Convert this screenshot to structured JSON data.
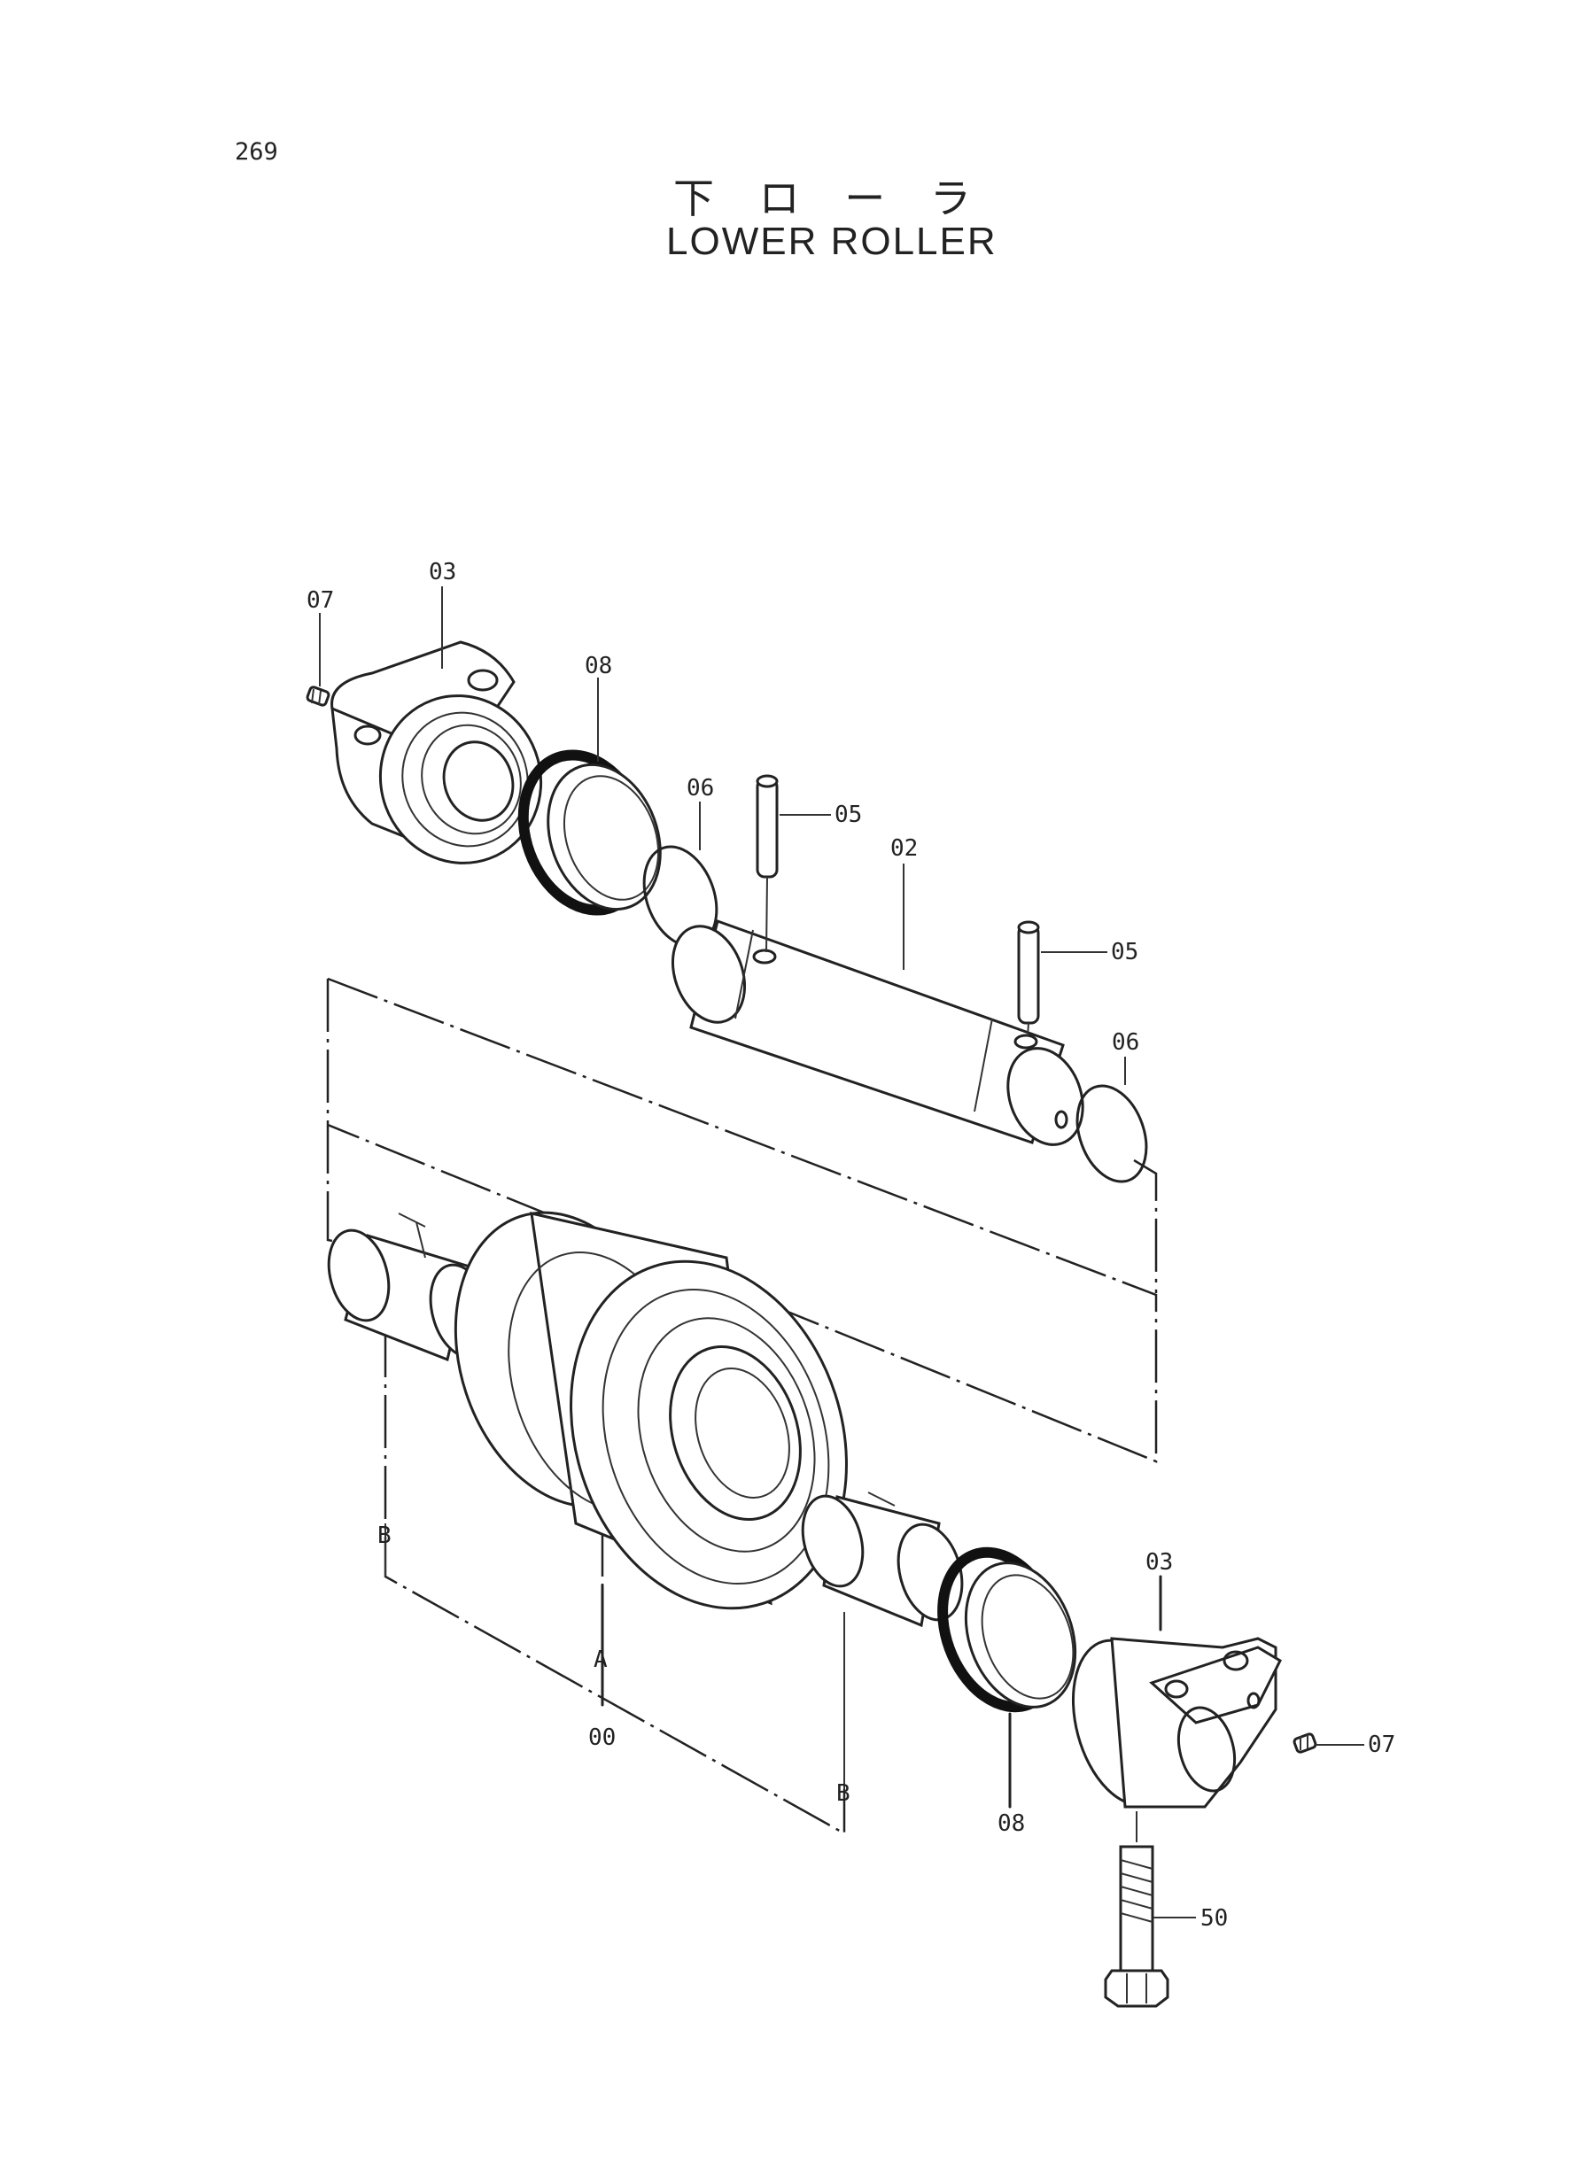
{
  "page": {
    "number": "269",
    "title_ja": "下 ロ ー ラ",
    "title_en": "LOWER ROLLER"
  },
  "callouts": {
    "07_upper": "07",
    "03_upper": "03",
    "08_upper": "08",
    "06_upper": "06",
    "05_upper": "05",
    "02": "02",
    "05_lower": "05",
    "06_lower": "06",
    "B_left": "B",
    "A": "A",
    "00": "00",
    "B_right": "B",
    "08_lower": "08",
    "03_lower": "03",
    "07_lower": "07",
    "50": "50"
  }
}
